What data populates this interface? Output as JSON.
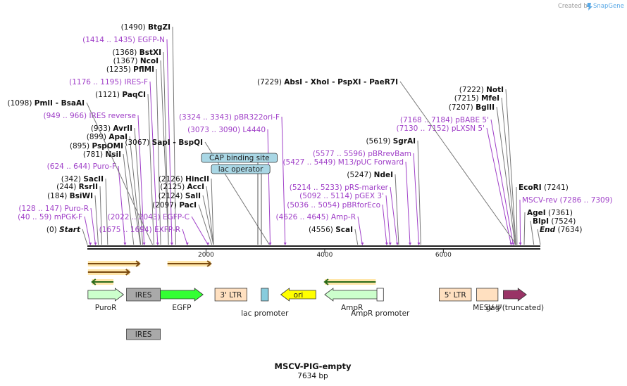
{
  "header": {
    "credit": "Created by",
    "brand": "SnapGene"
  },
  "plasmid": {
    "name": "MSCV-PIG-empty",
    "length": "7634 bp",
    "bp": 7634
  },
  "colors": {
    "site": "#111111",
    "primer": "#a040c8",
    "backbone": "#222222"
  },
  "ruler": [
    {
      "bp": 2000,
      "label": "2000"
    },
    {
      "bp": 4000,
      "label": "4000"
    },
    {
      "bp": 6000,
      "label": "6000"
    }
  ],
  "labels": [
    {
      "pos": "(0)",
      "name": "Start",
      "kind": "end",
      "bp": 0
    },
    {
      "pos": "(40 .. 59)",
      "name": "mPGK-F",
      "kind": "primer",
      "bp": 50
    },
    {
      "pos": "(128 .. 147)",
      "name": "Puro-R",
      "kind": "primer",
      "bp": 137
    },
    {
      "pos": "(184)",
      "name": "BsiWI",
      "kind": "site",
      "bp": 184
    },
    {
      "pos": "(244)",
      "name": "RsrII",
      "kind": "site",
      "bp": 244
    },
    {
      "pos": "(342)",
      "name": "SacII",
      "kind": "site",
      "bp": 342
    },
    {
      "pos": "(624 .. 644)",
      "name": "Puro-F",
      "kind": "primer",
      "bp": 634
    },
    {
      "pos": "(781)",
      "name": "NsiI",
      "kind": "site",
      "bp": 781
    },
    {
      "pos": "(895)",
      "name": "PspOMI",
      "kind": "site",
      "bp": 895
    },
    {
      "pos": "(899)",
      "name": "ApaI",
      "kind": "site",
      "bp": 899
    },
    {
      "pos": "(933)",
      "name": "AvrII",
      "kind": "site",
      "bp": 933
    },
    {
      "pos": "(949 .. 966)",
      "name": "IRES reverse",
      "kind": "primer",
      "bp": 957
    },
    {
      "pos": "(1098)",
      "name": "PmlI",
      "extra": "BsaAI",
      "kind": "site",
      "bp": 1098
    },
    {
      "pos": "(1121)",
      "name": "PaqCI",
      "kind": "site",
      "bp": 1121
    },
    {
      "pos": "(1176 .. 1195)",
      "name": "IRES-F",
      "kind": "primer",
      "bp": 1185
    },
    {
      "pos": "(1235)",
      "name": "PflMI",
      "kind": "site",
      "bp": 1235
    },
    {
      "pos": "(1367)",
      "name": "NcoI",
      "kind": "site",
      "bp": 1367
    },
    {
      "pos": "(1368)",
      "name": "BstXI",
      "kind": "site",
      "bp": 1368
    },
    {
      "pos": "(1414 .. 1435)",
      "name": "EGFP-N",
      "kind": "primer",
      "bp": 1424
    },
    {
      "pos": "(1490)",
      "name": "BtgZI",
      "kind": "site",
      "bp": 1490
    },
    {
      "pos": "(1675 .. 1694)",
      "name": "EXFP-R",
      "kind": "primer",
      "bp": 1684
    },
    {
      "pos": "(2022 .. 2043)",
      "name": "EGFP-C",
      "kind": "primer",
      "bp": 2032
    },
    {
      "pos": "(2097)",
      "name": "PacI",
      "kind": "site",
      "bp": 2097
    },
    {
      "pos": "(2124)",
      "name": "SalI",
      "kind": "site",
      "bp": 2124
    },
    {
      "pos": "(2125)",
      "name": "AccI",
      "kind": "site",
      "bp": 2125
    },
    {
      "pos": "(2126)",
      "name": "HincII",
      "kind": "site",
      "bp": 2126
    },
    {
      "pos": "(3067)",
      "name": "SapI",
      "extra": "BspQI",
      "kind": "site",
      "bp": 3067
    },
    {
      "pos": "(3073 .. 3090)",
      "name": "L4440",
      "kind": "primer",
      "bp": 3081
    },
    {
      "pos": "(3324 .. 3343)",
      "name": "pBR322ori-F",
      "kind": "primer",
      "bp": 3333
    },
    {
      "pos": "(4556)",
      "name": "ScaI",
      "kind": "site",
      "bp": 4556
    },
    {
      "pos": "(4626 .. 4645)",
      "name": "Amp-R",
      "kind": "primer",
      "bp": 4635
    },
    {
      "pos": "(5036 .. 5054)",
      "name": "pBRforEco",
      "kind": "primer",
      "bp": 5045
    },
    {
      "pos": "(5092 .. 5114)",
      "name": "pGEX 3'",
      "kind": "primer",
      "bp": 5103
    },
    {
      "pos": "(5214 .. 5233)",
      "name": "pRS-marker",
      "kind": "primer",
      "bp": 5223
    },
    {
      "pos": "(5247)",
      "name": "NdeI",
      "kind": "site",
      "bp": 5247
    },
    {
      "pos": "(5427 .. 5449)",
      "name": "M13/pUC Forward",
      "kind": "primer",
      "bp": 5438
    },
    {
      "pos": "(5577 .. 5596)",
      "name": "pBRrevBam",
      "kind": "primer",
      "bp": 5586
    },
    {
      "pos": "(5619)",
      "name": "SgrAI",
      "kind": "site",
      "bp": 5619
    },
    {
      "pos": "(7130 .. 7152)",
      "name": "pLXSN 5'",
      "kind": "primer",
      "bp": 7141
    },
    {
      "pos": "(7168 .. 7184)",
      "name": "pBABE 5'",
      "kind": "primer",
      "bp": 7176
    },
    {
      "pos": "(7207)",
      "name": "BglII",
      "kind": "site",
      "bp": 7207
    },
    {
      "pos": "(7215)",
      "name": "MfeI",
      "kind": "site",
      "bp": 7215
    },
    {
      "pos": "(7222)",
      "name": "NotI",
      "kind": "site",
      "bp": 7222
    },
    {
      "pos": "(7229)",
      "name": "AbsI",
      "extra": "XhoI   -  PspXI   -  PaeR7I",
      "kind": "site",
      "bp": 7229
    },
    {
      "pos": "(7241)",
      "name": "EcoRI",
      "kind": "site",
      "bp": 7241,
      "posAfter": true
    },
    {
      "pos": "(7286 .. 7309)",
      "name": "MSCV-rev",
      "kind": "primer",
      "bp": 7297,
      "posAfter": true
    },
    {
      "pos": "(7361)",
      "name": "AgeI",
      "kind": "site",
      "bp": 7361,
      "posAfter": true
    },
    {
      "pos": "(7524)",
      "name": "BlpI",
      "kind": "site",
      "bp": 7524,
      "posAfter": true
    },
    {
      "pos": "(7634)",
      "name": "End",
      "kind": "end",
      "bp": 7634,
      "posAfter": true
    }
  ],
  "boxed_labels": [
    {
      "text": "CAP binding site",
      "bp": 3000
    },
    {
      "text": "lac operator",
      "bp": 3050
    }
  ],
  "features": [
    {
      "name": "PuroR",
      "label": "PuroR",
      "inner": "",
      "start": 10,
      "end": 610,
      "dir": "right",
      "fill": "#ccffcc"
    },
    {
      "name": "IRES",
      "label": "",
      "inner": "IRES",
      "start": 660,
      "end": 1230,
      "dir": "none",
      "fill": "#a9a9a9"
    },
    {
      "name": "EGFP",
      "label": "EGFP",
      "inner": "",
      "start": 1230,
      "end": 1950,
      "dir": "right",
      "fill": "#33ff33"
    },
    {
      "name": "3-LTR",
      "label": "",
      "inner": "3' LTR",
      "start": 2150,
      "end": 2690,
      "dir": "none",
      "fill": "#ffe0c0"
    },
    {
      "name": "lac-promoter",
      "label": "lac promoter",
      "inner": "",
      "start": 2930,
      "end": 3050,
      "dir": "none",
      "fill": "#88ccdd"
    },
    {
      "name": "ori",
      "label": "",
      "inner": "ori",
      "start": 3260,
      "end": 3850,
      "dir": "left",
      "fill": "#ffff00"
    },
    {
      "name": "AmpR",
      "label": "AmpR",
      "inner": "",
      "start": 4000,
      "end": 4920,
      "dir": "left",
      "fill": "#ccffcc"
    },
    {
      "name": "AmpR-promoter",
      "label": "AmpR promoter",
      "inner": "",
      "start": 4880,
      "end": 4990,
      "dir": "none",
      "fill": "#ffffff"
    },
    {
      "name": "5-LTR",
      "label": "",
      "inner": "5' LTR",
      "start": 5930,
      "end": 6470,
      "dir": "none",
      "fill": "#ffe0c0"
    },
    {
      "name": "MESV-psi",
      "label": "MESV Ψ",
      "inner": "",
      "start": 6560,
      "end": 6920,
      "dir": "none",
      "fill": "#ffe0c0"
    },
    {
      "name": "gag",
      "label": "gag (truncated)",
      "inner": "",
      "start": 7010,
      "end": 7400,
      "dir": "right",
      "fill": "#993366"
    },
    {
      "name": "IRES-lower",
      "label": "",
      "inner": "IRES",
      "start": 660,
      "end": 1230,
      "dir": "none",
      "fill": "#a9a9a9",
      "row": 2
    }
  ],
  "orfs": [
    {
      "start": 10,
      "end": 880,
      "dir": "right",
      "row": 0
    },
    {
      "start": 10,
      "end": 710,
      "dir": "right",
      "row": 1
    },
    {
      "start": 1350,
      "end": 2080,
      "dir": "right",
      "row": 0
    },
    {
      "start": 80,
      "end": 440,
      "dir": "left",
      "row": 2
    },
    {
      "start": 4000,
      "end": 4860,
      "dir": "left",
      "row": 2
    }
  ]
}
